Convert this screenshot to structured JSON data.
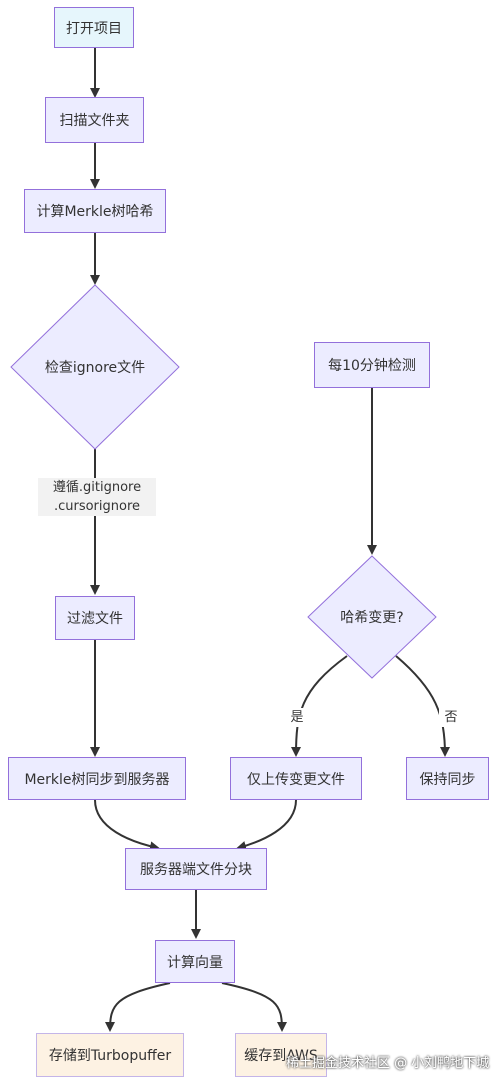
{
  "nodes": {
    "open_project": "打开项目",
    "scan_folder": "扫描文件夹",
    "compute_merkle": "计算Merkle树哈希",
    "check_ignore": "检查ignore文件",
    "check_10min": "每10分钟检测",
    "filter_files": "过滤文件",
    "hash_changed": "哈希变更?",
    "merkle_sync": "Merkle树同步到服务器",
    "upload_changed": "仅上传变更文件",
    "keep_sync": "保持同步",
    "server_chunk": "服务器端文件分块",
    "compute_vector": "计算向量",
    "store_turbopuffer": "存储到Turbopuffer",
    "cache_aws": "缓存到AWS"
  },
  "edges": {
    "ignore_label_line1": "遵循.gitignore",
    "ignore_label_line2": ".cursorignore",
    "yes": "是",
    "no": "否"
  },
  "watermark": "稀土掘金技术社区 @ 小刘鸭地下城",
  "colors": {
    "node_fill": "#ececff",
    "node_border": "#9370db",
    "start_fill": "#e6f6fc",
    "end_fill": "#fdf2e3",
    "edge": "#333333"
  }
}
